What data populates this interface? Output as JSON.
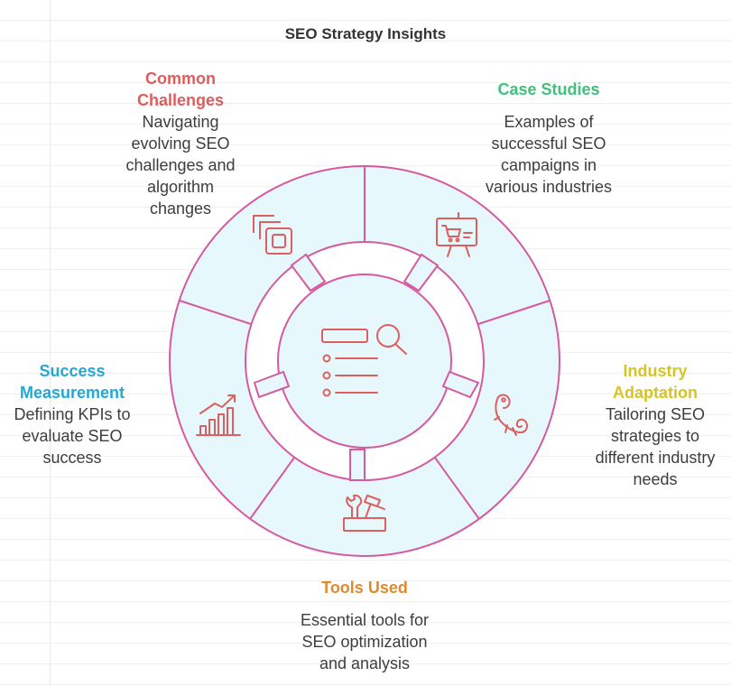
{
  "title": "SEO Strategy Insights",
  "colors": {
    "ring_fill": "#e6f8fc",
    "ring_stroke": "#d65aa0",
    "icon": "#de5f5f",
    "challenges": "#e05c5c",
    "case_studies": "#3ec27c",
    "industry": "#d6c424",
    "tools": "#e08a2e",
    "success": "#22a8d4"
  },
  "center_icon": "search-list-icon",
  "segments": [
    {
      "id": "challenges",
      "title": "Common\nChallenges",
      "text": "Navigating\nevolving SEO\nchallenges and\nalgorithm\nchanges",
      "icon": "layers-icon"
    },
    {
      "id": "case",
      "title": "Case Studies",
      "text": "Examples of\nsuccessful SEO\ncampaigns in\nvarious industries",
      "icon": "presentation-cart-icon"
    },
    {
      "id": "industry",
      "title": "Industry\nAdaptation",
      "text": "Tailoring SEO\nstrategies to\ndifferent industry\nneeds",
      "icon": "chameleon-icon"
    },
    {
      "id": "tools",
      "title": "Tools Used",
      "text": "Essential tools for\nSEO optimization\nand analysis",
      "icon": "toolbox-icon"
    },
    {
      "id": "success",
      "title": "Success\nMeasurement",
      "text": "Defining KPIs to\nevaluate SEO\nsuccess",
      "icon": "growth-chart-icon"
    }
  ]
}
